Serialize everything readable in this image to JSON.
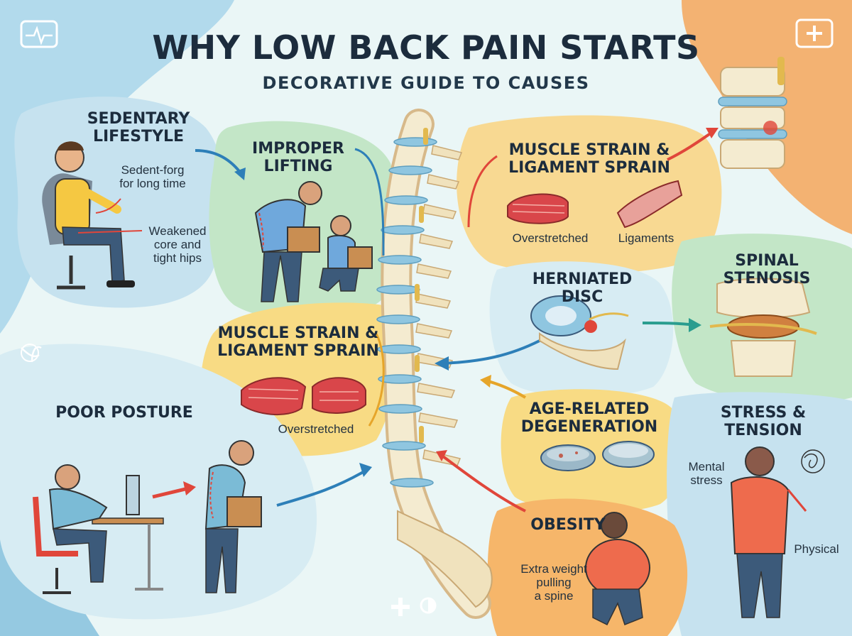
{
  "header": {
    "title": "WHY LOW BACK PAIN STARTS",
    "subtitle": "DECORATIVE GUIDE TO CAUSES"
  },
  "colors": {
    "background": "#eaf6f6",
    "blue_panel": "#c6e2ef",
    "green_panel": "#c3e6c7",
    "yellow_panel": "#f8db84",
    "orange_panel": "#f6b66a",
    "muscle_red": "#d9464a",
    "spine_bone": "#f4ebd0",
    "disc_blue": "#8fc6e0",
    "arrow_blue": "#2d7fb8",
    "arrow_red": "#e0463a"
  },
  "causes": {
    "sedentary": {
      "title_line1": "SEDENTARY",
      "title_line2": "LIFESTYLE",
      "note1_line1": "Sedent-forg",
      "note1_line2": "for long time",
      "note2_line1": "Weakened",
      "note2_line2": "core and",
      "note2_line3": "tight hips"
    },
    "lifting": {
      "title_line1": "IMPROPER",
      "title_line2": "LIFTING"
    },
    "strain_left": {
      "title_line1": "MUSCLE STRAIN &",
      "title_line2": "LIGAMENT SPRAIN",
      "note": "Overstretched"
    },
    "posture": {
      "title": "POOR POSTURE"
    },
    "strain_right": {
      "title_line1": "MUSCLE STRAIN &",
      "title_line2": "LIGAMENT SPRAIN",
      "note1": "Overstretched",
      "note2": "Ligaments"
    },
    "herniated": {
      "title": "HERNIATED DISC"
    },
    "stenosis": {
      "title": "SPINAL STENOSIS"
    },
    "degeneration": {
      "title_line1": "AGE-RELATED",
      "title_line2": "DEGENERATION"
    },
    "stress": {
      "title_line1": "STRESS &",
      "title_line2": "TENSION",
      "note1_line1": "Mental",
      "note1_line2": "stress",
      "note2": "Physical"
    },
    "obesity": {
      "title": "OBESITY",
      "note_line1": "Extra weight",
      "note_line2": "pulling",
      "note_line3": "a spine"
    }
  },
  "icons": [
    "medical-kit-icon",
    "first-aid-kit-icon",
    "plant-icon",
    "plus-icon",
    "half-circle-icon"
  ]
}
